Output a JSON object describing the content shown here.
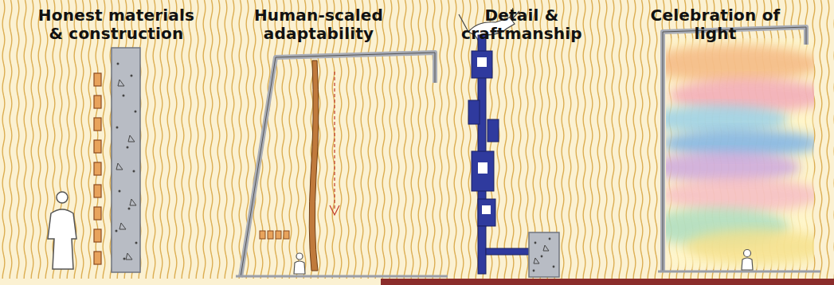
{
  "diagram": {
    "labels": [
      "Honest materials & construction",
      "Human-scaled adaptability",
      "Detail & craftmanship",
      "Celebration of light"
    ]
  }
}
